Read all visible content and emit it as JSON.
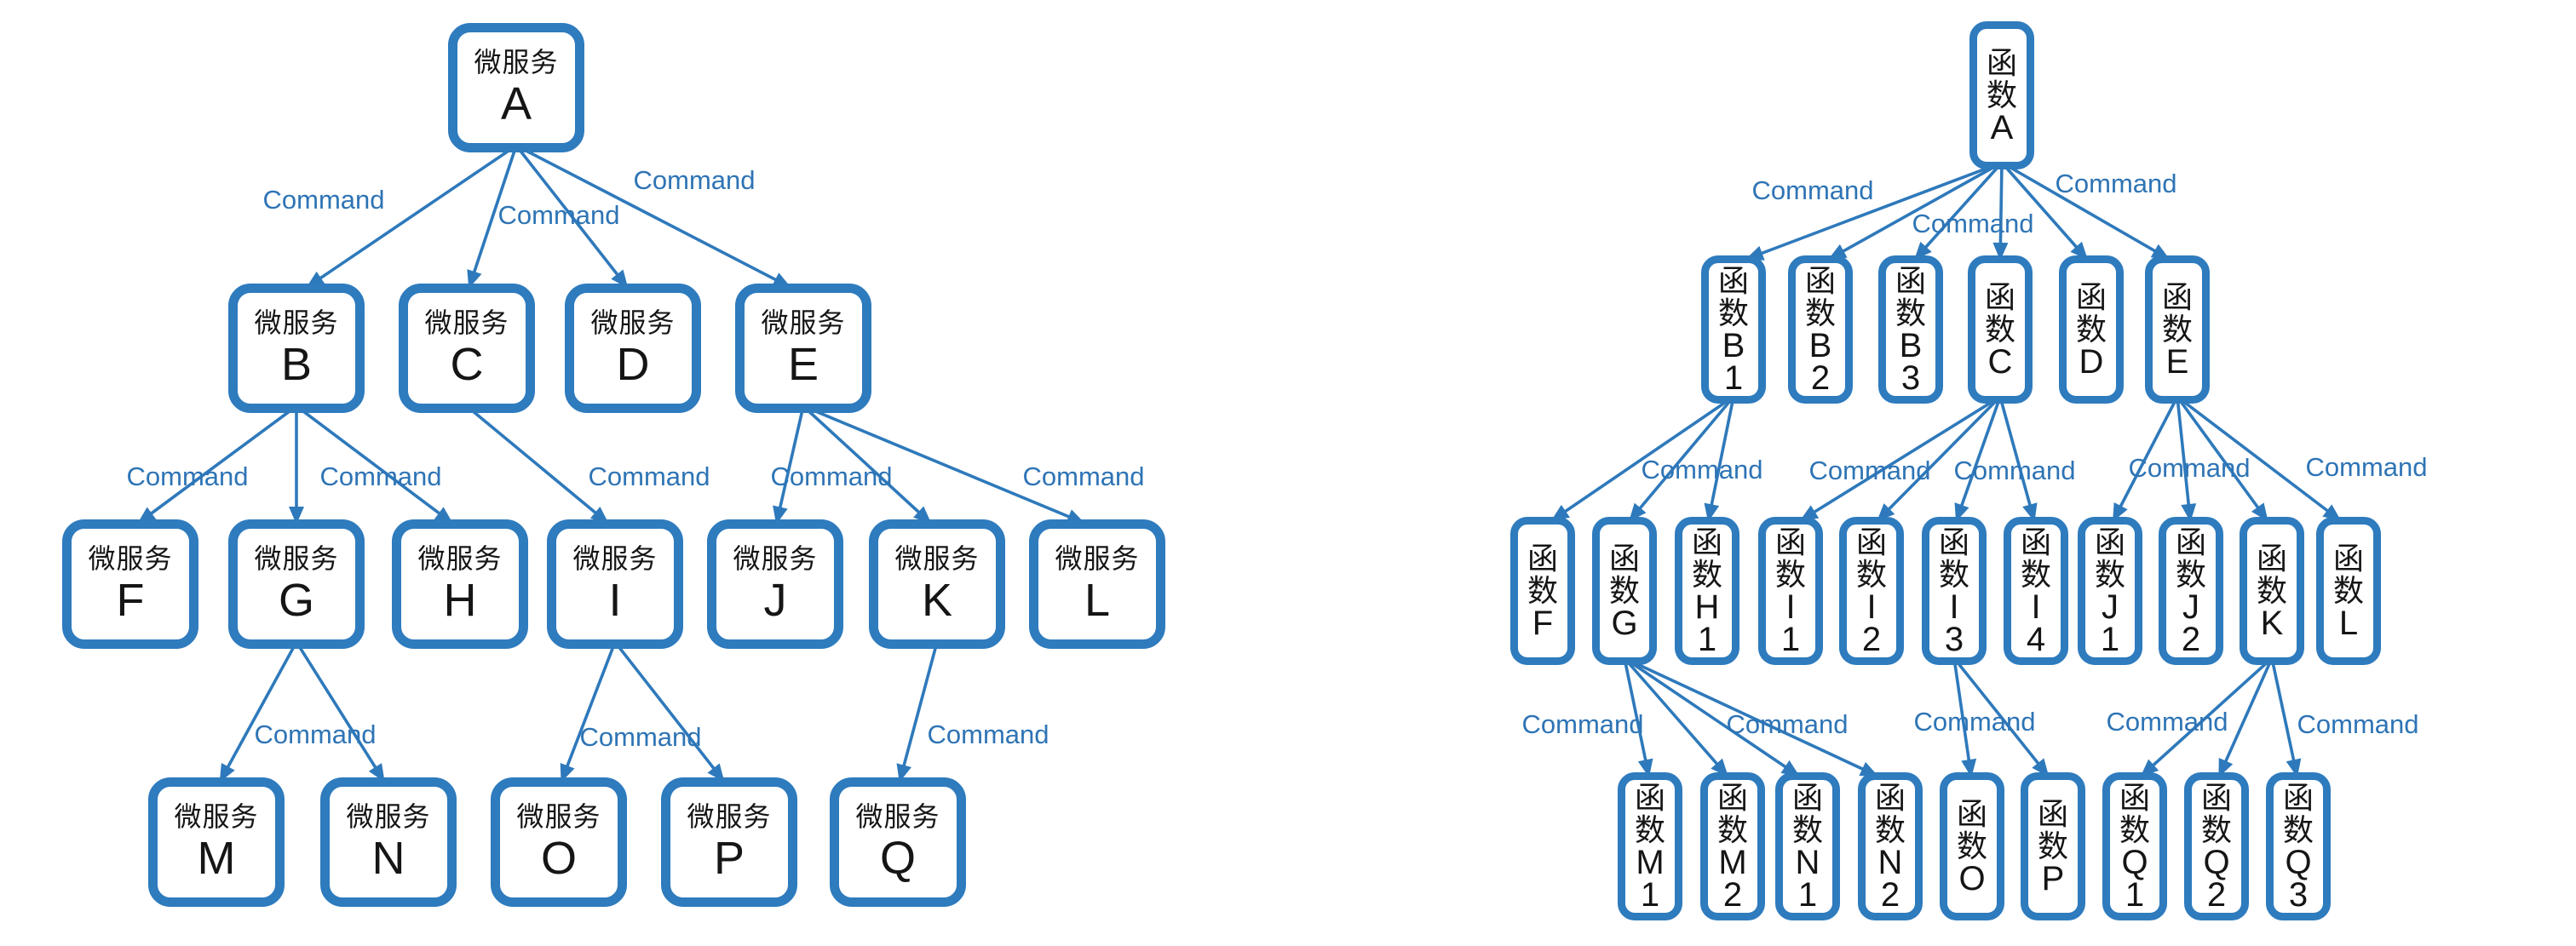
{
  "diagram": {
    "colors": {
      "background": "#FFFFFF",
      "node_border": "#2E7BBE",
      "node_fill": "#FFFFFF",
      "node_text": "#151515",
      "edge": "#2E79BB",
      "edge_label": "#2E74B5"
    },
    "left_tree": {
      "node_prefix": "微服务",
      "nodes": [
        "A",
        "B",
        "C",
        "D",
        "E",
        "F",
        "G",
        "H",
        "I",
        "J",
        "K",
        "L",
        "M",
        "N",
        "O",
        "P",
        "Q"
      ],
      "edges": [
        [
          "A",
          "B"
        ],
        [
          "A",
          "C"
        ],
        [
          "A",
          "D"
        ],
        [
          "A",
          "E"
        ],
        [
          "B",
          "F"
        ],
        [
          "B",
          "G"
        ],
        [
          "B",
          "H"
        ],
        [
          "C",
          "I"
        ],
        [
          "E",
          "J"
        ],
        [
          "E",
          "K"
        ],
        [
          "E",
          "L"
        ],
        [
          "G",
          "M"
        ],
        [
          "G",
          "N"
        ],
        [
          "I",
          "O"
        ],
        [
          "I",
          "P"
        ],
        [
          "K",
          "Q"
        ]
      ],
      "edge_labels": [
        "Command",
        "Command",
        "Command",
        "Command",
        "Command",
        "Command",
        "Command",
        "Command",
        "Command",
        "Command",
        "Command"
      ]
    },
    "right_tree": {
      "node_prefix": "函数",
      "nodes": [
        "A",
        "B1",
        "B2",
        "B3",
        "C",
        "D",
        "E",
        "F",
        "G",
        "H1",
        "I1",
        "I2",
        "I3",
        "I4",
        "J1",
        "J2",
        "K",
        "L",
        "M1",
        "M2",
        "N1",
        "N2",
        "O",
        "P",
        "Q1",
        "Q2",
        "Q3"
      ],
      "edges": [
        [
          "A",
          "B1"
        ],
        [
          "A",
          "B2"
        ],
        [
          "A",
          "B3"
        ],
        [
          "A",
          "C"
        ],
        [
          "A",
          "D"
        ],
        [
          "A",
          "E"
        ],
        [
          "B1",
          "F"
        ],
        [
          "B1",
          "G"
        ],
        [
          "B1",
          "H1"
        ],
        [
          "C",
          "I1"
        ],
        [
          "C",
          "I2"
        ],
        [
          "C",
          "I3"
        ],
        [
          "C",
          "I4"
        ],
        [
          "E",
          "J1"
        ],
        [
          "E",
          "J2"
        ],
        [
          "E",
          "K"
        ],
        [
          "E",
          "L"
        ],
        [
          "G",
          "M1"
        ],
        [
          "G",
          "M2"
        ],
        [
          "G",
          "N1"
        ],
        [
          "G",
          "N2"
        ],
        [
          "I3",
          "O"
        ],
        [
          "I3",
          "P"
        ],
        [
          "K",
          "Q1"
        ],
        [
          "K",
          "Q2"
        ],
        [
          "K",
          "Q3"
        ]
      ],
      "edge_labels": [
        "Command",
        "Command",
        "Command",
        "Command",
        "Command",
        "Command",
        "Command",
        "Command",
        "Command",
        "Command",
        "Command",
        "Command",
        "Command"
      ]
    }
  }
}
